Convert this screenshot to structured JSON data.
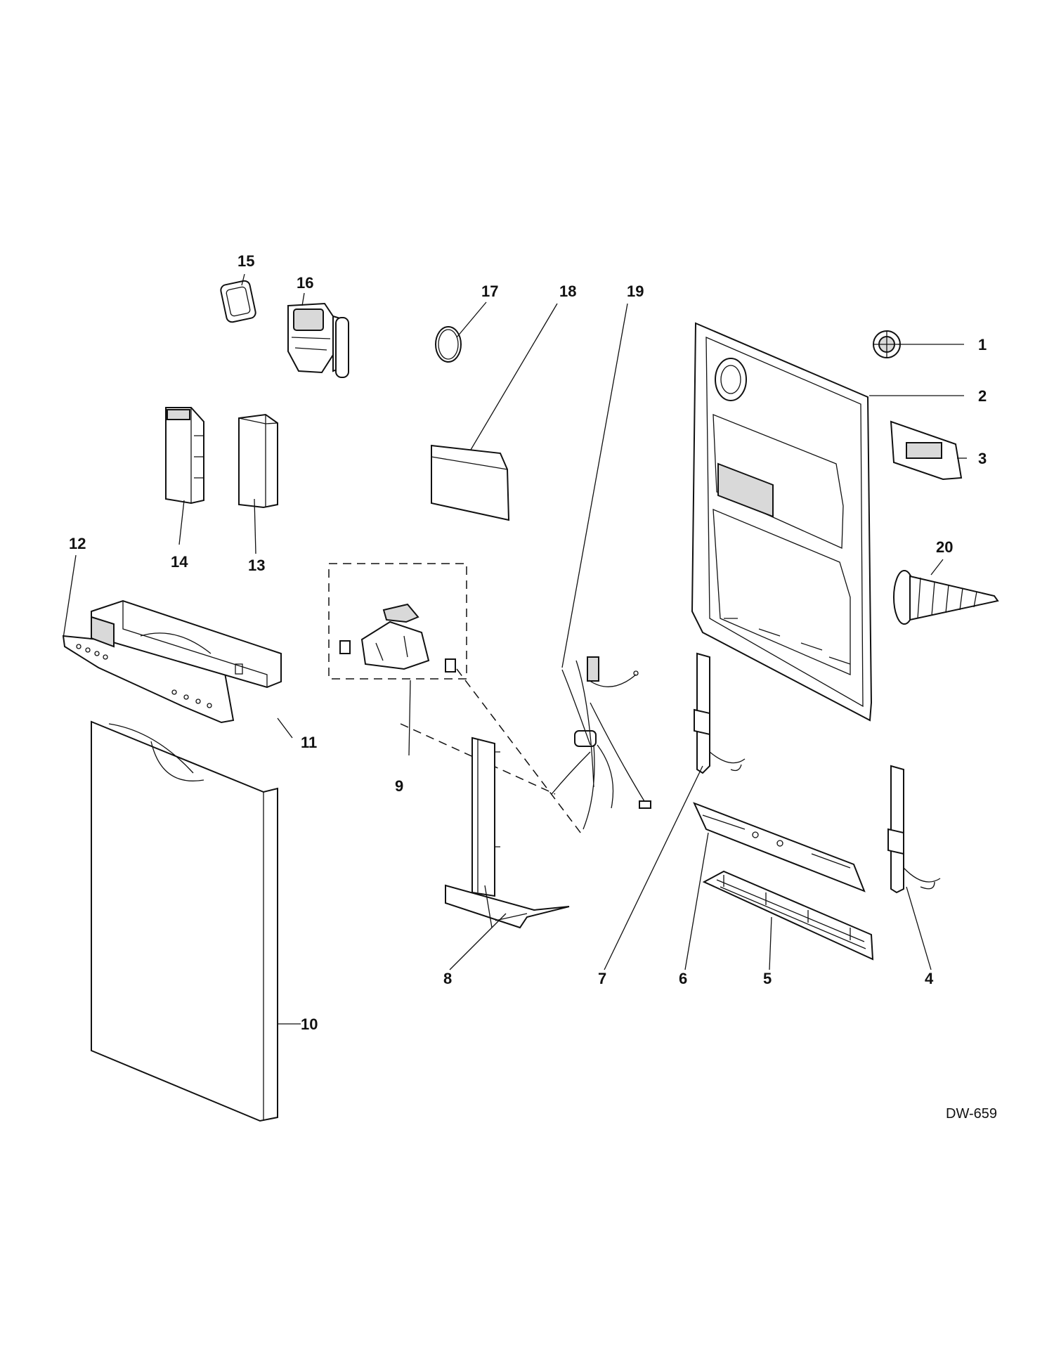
{
  "callouts": [
    "1",
    "2",
    "3",
    "4",
    "5",
    "6",
    "7",
    "8",
    "9",
    "10",
    "11",
    "12",
    "13",
    "14",
    "15",
    "16",
    "17",
    "18",
    "19",
    "20"
  ],
  "diagram_code": "DW-659",
  "icons": {
    "p1": "sensor-knob-icon",
    "p2": "inner-door-panel-icon",
    "p3": "dispenser-cover-icon",
    "p4": "right-hinge-icon",
    "p5": "vent-grille-icon",
    "p6": "hinge-support-bracket-icon",
    "p7": "left-hinge-icon",
    "p8": "door-bracket-icon",
    "p9": "latch-assembly-icon",
    "p10": "outer-door-panel-icon",
    "p11": "control-console-icon",
    "p12": "control-overlay-icon",
    "p13": "insulation-block-icon",
    "p14": "control-module-icon",
    "p15": "gasket-icon",
    "p16": "detergent-dispenser-icon",
    "p17": "o-ring-icon",
    "p18": "door-trim-icon",
    "p19": "wire-harness-icon",
    "p20": "screw-icon"
  }
}
